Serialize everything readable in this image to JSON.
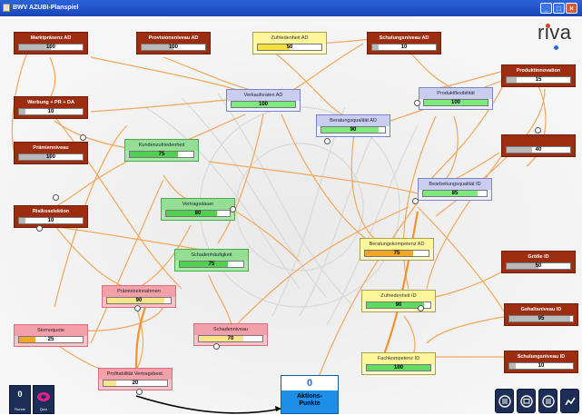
{
  "window": {
    "title": "BWV AZUBI-Planspiel",
    "buttons": [
      "_",
      "□",
      "×"
    ]
  },
  "logo": {
    "text": "riva",
    "dot_colors": [
      "#e23b2e",
      "#1f6fd0"
    ]
  },
  "nodes": [
    {
      "key": "marktpraesenz",
      "label": "Marktpräsenz AD",
      "value": "100",
      "pct": 0.5,
      "style": "brown"
    },
    {
      "key": "provisionsniveau",
      "label": "Provisionsniveau AD",
      "value": "100",
      "pct": 0.5,
      "style": "brown"
    },
    {
      "key": "zufriedenheit_ad",
      "label": "Zufriedenheit AD",
      "value": "50",
      "pct": 0.5,
      "style": "yellow"
    },
    {
      "key": "schulungsniveau_ad",
      "label": "Schulungsniveau AD",
      "value": "10",
      "pct": 0.1,
      "style": "brown"
    },
    {
      "key": "produktinnovation",
      "label": "Produktinnovation",
      "value": "15",
      "pct": 0.15,
      "style": "brown"
    },
    {
      "key": "werbung",
      "label": "Werbung + PR + DA",
      "value": "10",
      "pct": 0.1,
      "style": "brown"
    },
    {
      "key": "verkaufsraten",
      "label": "Verkaufsraten AD",
      "value": "100",
      "pct": 1.0,
      "style": "blue"
    },
    {
      "key": "produktflexibilitaet",
      "label": "Produktflexibilität",
      "value": "100",
      "pct": 1.0,
      "style": "blue"
    },
    {
      "key": "beratungsqualitaet_ad",
      "label": "Beratungsqualität AD",
      "value": "90",
      "pct": 0.9,
      "style": "blue"
    },
    {
      "key": "brown_unlabeled",
      "label": "",
      "value": "40",
      "pct": 0.4,
      "style": "brown"
    },
    {
      "key": "praemienniveau",
      "label": "Prämienniveau",
      "value": "100",
      "pct": 0.5,
      "style": "brown"
    },
    {
      "key": "kundenzufriedenheit",
      "label": "Kundenzufriedenheit",
      "value": "75",
      "pct": 0.75,
      "style": "green"
    },
    {
      "key": "bearbeitungsqualitaet_id",
      "label": "Bearbeitungsqualität ID",
      "value": "85",
      "pct": 0.85,
      "style": "blue"
    },
    {
      "key": "risikoselektion",
      "label": "Risikoselektion",
      "value": "10",
      "pct": 0.1,
      "style": "brown"
    },
    {
      "key": "vertragsdauer",
      "label": "Vertragsdauer",
      "value": "80",
      "pct": 0.8,
      "style": "green"
    },
    {
      "key": "schadenhaeufigkeit",
      "label": "Schadenhäufigkeit",
      "value": "75",
      "pct": 0.75,
      "style": "green"
    },
    {
      "key": "beratungskompetenz_ad",
      "label": "Beratungskompetenz AD",
      "value": "75",
      "pct": 0.75,
      "style": "yellow",
      "variant": "orangefill"
    },
    {
      "key": "groesse_id",
      "label": "Größe ID",
      "value": "50",
      "pct": 0.5,
      "style": "brown"
    },
    {
      "key": "praemieneinnahmen",
      "label": "Prämieneinnahmen",
      "value": "90",
      "pct": 0.9,
      "style": "pink"
    },
    {
      "key": "zufriedenheit_id",
      "label": "Zufriedenheit ID",
      "value": "90",
      "pct": 0.9,
      "style": "yellow",
      "variant": "greenfill"
    },
    {
      "key": "gehaltsniveau_id",
      "label": "Gehaltsniveau ID",
      "value": "95",
      "pct": 0.95,
      "style": "brown"
    },
    {
      "key": "stornoquote",
      "label": "Stornoquote",
      "value": "25",
      "pct": 0.25,
      "style": "pink",
      "variant": "orangefill"
    },
    {
      "key": "schadenniveau",
      "label": "Schadenniveau",
      "value": "70",
      "pct": 0.7,
      "style": "pink"
    },
    {
      "key": "schulungsniveau_id",
      "label": "Schulungsniveau ID",
      "value": "10",
      "pct": 0.1,
      "style": "brown"
    },
    {
      "key": "fachkompetenz_id",
      "label": "Fachkompetenz ID",
      "value": "100",
      "pct": 1.0,
      "style": "yellow",
      "variant": "greenfill"
    },
    {
      "key": "profitabilitaet",
      "label": "Profitabilität Vertragsbest.",
      "value": "20",
      "pct": 0.2,
      "style": "pink"
    }
  ],
  "action_points": {
    "value": "0",
    "label_line1": "Aktions-",
    "label_line2": "Punkte"
  },
  "bottom_left": [
    {
      "key": "runde",
      "value": "0",
      "label": "Runde"
    },
    {
      "key": "quiz",
      "value": "",
      "label": "Quiz"
    }
  ],
  "bottom_right": [
    {
      "key": "report",
      "icon": "list-icon"
    },
    {
      "key": "monitor",
      "icon": "monitor-icon"
    },
    {
      "key": "table",
      "icon": "list-icon"
    },
    {
      "key": "graph",
      "icon": "chart-icon"
    }
  ]
}
